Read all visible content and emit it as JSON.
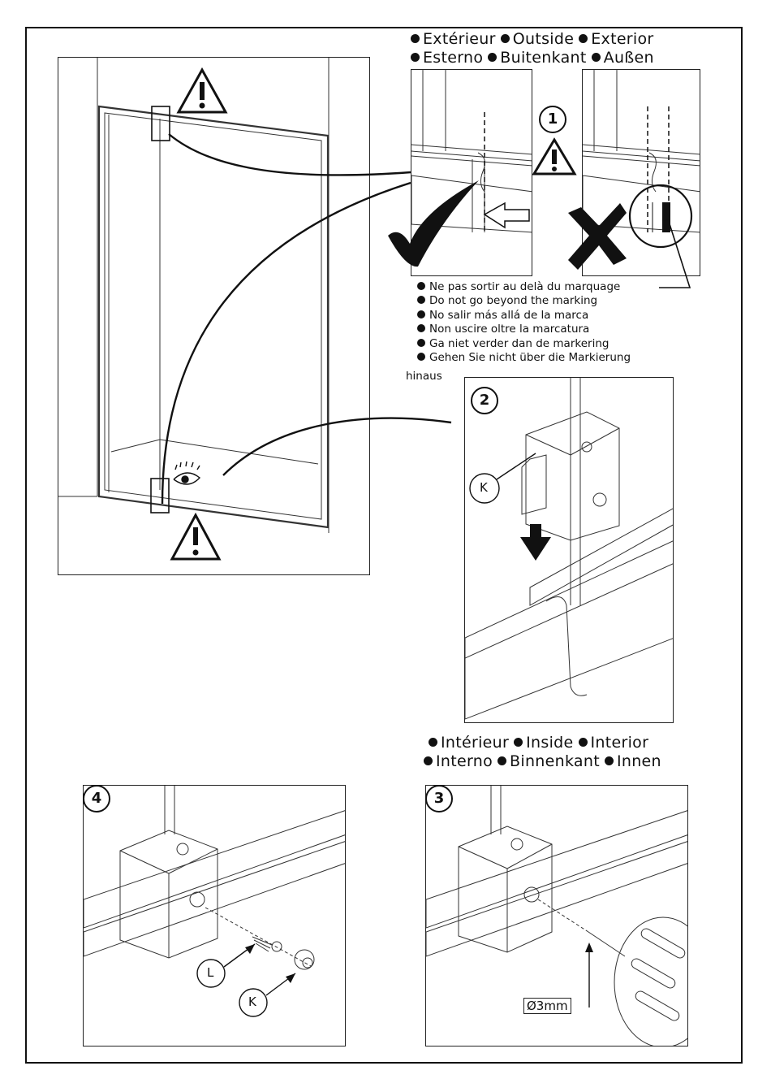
{
  "header_top": {
    "line1": [
      {
        "lang": "F",
        "text": "Extérieur"
      },
      {
        "lang": "GB",
        "text": "Outside"
      },
      {
        "lang": "E",
        "text": "Exterior"
      }
    ],
    "line2": [
      {
        "lang": "I",
        "text": "Esterno"
      },
      {
        "lang": "NL",
        "text": "Buitenkant"
      },
      {
        "lang": "D",
        "text": "Außen"
      }
    ]
  },
  "header_inside": {
    "line1": [
      {
        "lang": "F",
        "text": "Intérieur"
      },
      {
        "lang": "GB",
        "text": "Inside"
      },
      {
        "lang": "E",
        "text": "Interior"
      }
    ],
    "line2": [
      {
        "lang": "I",
        "text": "Interno"
      },
      {
        "lang": "NL",
        "text": "Binnenkant"
      },
      {
        "lang": "D",
        "text": "Innen"
      }
    ]
  },
  "warnings": [
    {
      "lang": "F",
      "text": "Ne pas sortir au delà du marquage"
    },
    {
      "lang": "GB",
      "text": "Do not go beyond the marking"
    },
    {
      "lang": "E",
      "text": "No salir más allá de la marca"
    },
    {
      "lang": "I",
      "text": "Non uscire oltre la marcatura"
    },
    {
      "lang": "NL",
      "text": "Ga niet verder dan de markering"
    },
    {
      "lang": "D",
      "text": "Gehen Sie nicht über die Markierung"
    }
  ],
  "warning_tail": "hinaus",
  "steps": {
    "s1": "1",
    "s2": "2",
    "s3": "3",
    "s4": "4"
  },
  "labels": {
    "k_step2": "K",
    "l_step4": "L",
    "k_step4": "K",
    "drill_size": "Ø3mm"
  },
  "icons": {
    "warning": "warning-triangle-icon",
    "eye": "eye-icon",
    "check": "check-mark-icon",
    "cross": "cross-mark-icon",
    "arrow": "arrow-down-icon"
  }
}
